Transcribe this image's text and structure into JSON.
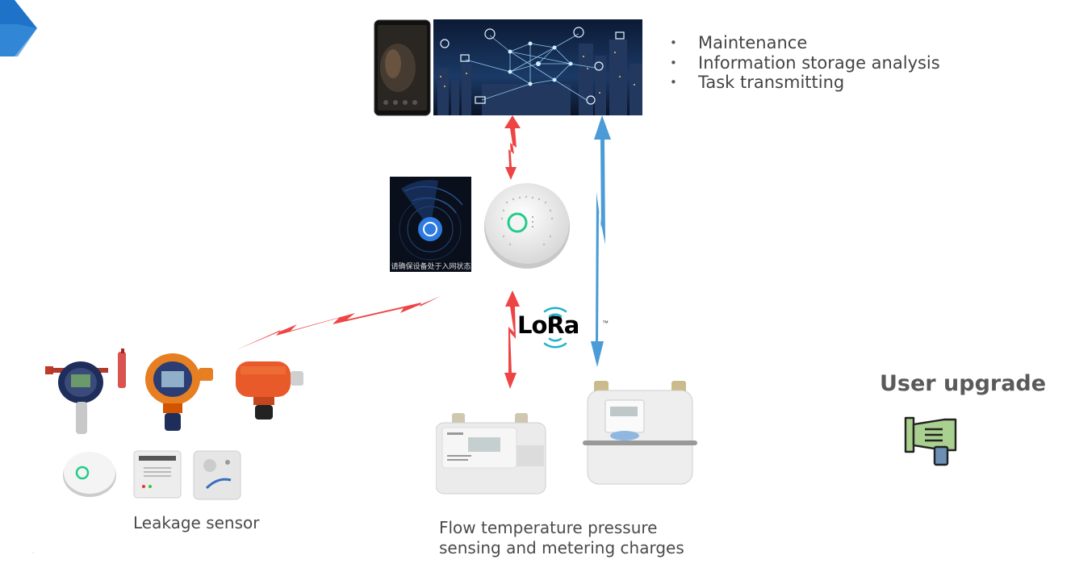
{
  "bullets": [
    "Maintenance",
    "Information storage analysis",
    "Task transmitting"
  ],
  "lora": {
    "logo": "LoRa",
    "tm": "™"
  },
  "app_screen": {
    "caption": "请确保设备处于入网状态"
  },
  "leakage": {
    "caption": "Leakage sensor"
  },
  "flow": {
    "caption_line1": "Flow temperature pressure",
    "caption_line2": "sensing and metering charges"
  },
  "upgrade": {
    "title": "User upgrade"
  },
  "footer": {
    "mark": ","
  },
  "colors": {
    "accent_blue": "#1e73c8",
    "red_arrow": "#ee4444",
    "blue_arrow": "#4a9bd6",
    "upgrade_icon_green": "#a9d08e",
    "lora_wave": "#1fb3c8"
  },
  "icons": [
    "corner-chevron-icon",
    "network-city-image",
    "smartphone-image",
    "gateway-device-image",
    "gas-detector-image",
    "gas-meter-image",
    "megaphone-icon"
  ]
}
